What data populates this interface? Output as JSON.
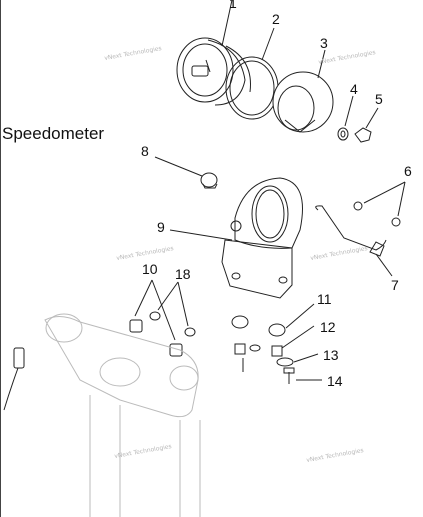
{
  "diagram": {
    "title": "Speedometer",
    "callouts": [
      "1",
      "2",
      "3",
      "4",
      "5",
      "6",
      "7",
      "8",
      "9",
      "10",
      "11",
      "12",
      "13",
      "14",
      "18"
    ],
    "watermark": "vNext Technologies"
  }
}
